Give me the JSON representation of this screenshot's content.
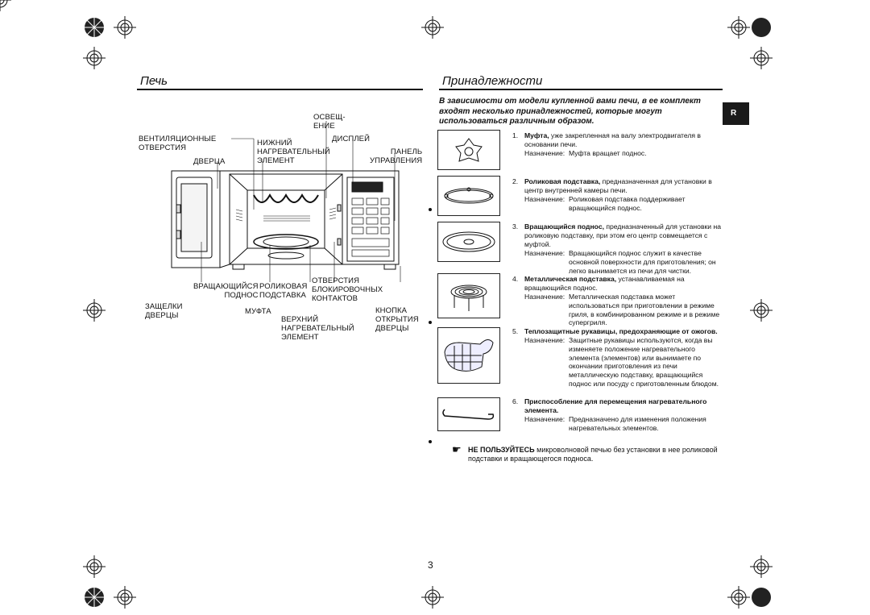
{
  "left": {
    "title": "Печь",
    "labels": {
      "light": "ОСВЕЩ-\nЕНИЕ",
      "vents": "ВЕНТИЛЯЦИОННЫЕ\nОТВЕРСТИЯ",
      "lower_heater": "НИЖНИЙ\nНАГРЕВАТЕЛЬНЫЙ\nЭЛЕМЕНТ",
      "display": "ДИСПЛЕЙ",
      "panel": "ПАНЕЛЬ\nУПРАВЛЕНИЯ",
      "door": "ДВЕРЦА",
      "turntable": "ВРАЩАЮЩИЙСЯ\nПОДНОС",
      "roller": "РОЛИКОВАЯ\nПОДСТАВКА",
      "interlock": "ОТВЕРСТИЯ\nБЛОКИРОВОЧНЫХ\nКОНТАКТОВ",
      "latches": "ЗАЩЕЛКИ\nДВЕРЦЫ",
      "coupler": "МУФТА",
      "upper_heater": "ВЕРХНИЙ\nНАГРЕВАТЕЛЬНЫЙ\nЭЛЕМЕНТ",
      "door_button": "КНОПКА\nОТКРЫТИЯ\nДВЕРЦЫ"
    }
  },
  "right": {
    "title": "Принадлежности",
    "tab": "R",
    "intro": "В зависимости от модели купленной вами печи, в ее комплект входят несколько принадлежностей, которые могут использоваться различным образом.",
    "purpose_label": "Назначение:",
    "items": [
      {
        "num": "1.",
        "name": "Муфта,",
        "desc": " уже закрепленная на валу электродвигателя в основании печи.",
        "purpose": "Муфта вращает поднос."
      },
      {
        "num": "2.",
        "name": "Роликовая подставка,",
        "desc": " предназначенная для установки в центр внутренней камеры печи.",
        "purpose": "Роликовая подставка поддерживает вращающийся поднос."
      },
      {
        "num": "3.",
        "name": "Вращающийся поднос,",
        "desc": " предназначенный для установки на роликовую подставку, при этом его центр совмещается с муфтой.",
        "purpose": "Вращающийся поднос служит в качестве основной поверхности для приготовления; он легко вынимается из печи для чистки."
      },
      {
        "num": "4.",
        "name": "Металлическая подставка,",
        "desc": " устанавливаемая на вращающийся поднос.",
        "purpose": "Металлическая подставка может использоваться при приготовлении в режиме гриля, в комбинированном режиме и в режиме супергриля."
      },
      {
        "num": "5.",
        "name": "Теплозащитные рукавицы, предохраняющие от ожогов.",
        "desc": "",
        "purpose": "Защитные рукавицы используются, когда вы изменяете положение нагревательного элемента (элементов) или вынимаете по окончании приготовления из печи металлическую подставку, вращающийся поднос или посуду с приготовленным блюдом."
      },
      {
        "num": "6.",
        "name": "Приспособление для перемещения нагревательного элемента.",
        "desc": "",
        "purpose": "Предназначено для изменения положения нагревательных элементов."
      }
    ],
    "note_icon": "pointing-hand-icon",
    "note_bold": "НЕ ПОЛЬЗУЙТЕСЬ",
    "note_text": " микроволновой печью без установки в нее роликовой подставки и вращающегося подноса."
  },
  "page_number": "3"
}
